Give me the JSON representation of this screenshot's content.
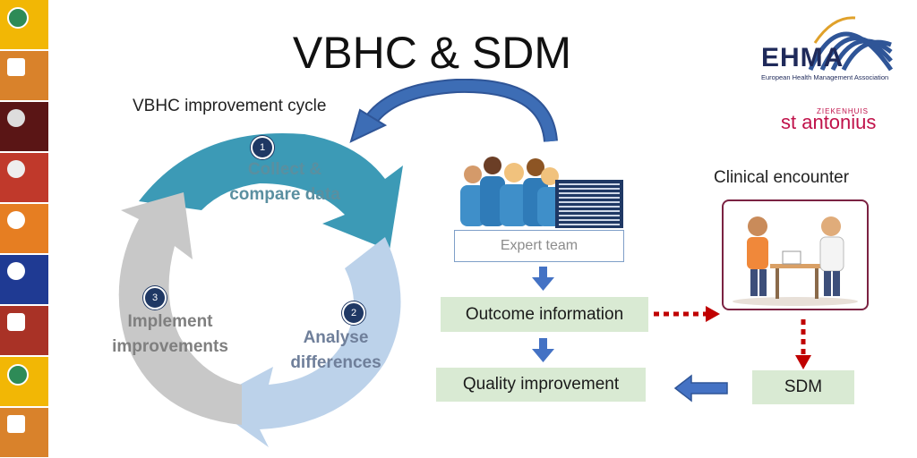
{
  "title": "VBHC & SDM",
  "subtitle": "VBHC improvement cycle",
  "cycle": {
    "step1": {
      "number": "1",
      "line1": "Collect &",
      "line2": "compare data"
    },
    "step2": {
      "number": "2",
      "line1": "Analyse",
      "line2": "differences"
    },
    "step3": {
      "number": "3",
      "line1": "Implement",
      "line2": "improvements"
    }
  },
  "flow": {
    "expert_team": "Expert team",
    "outcome_information": "Outcome information",
    "quality_improvement": "Quality improvement",
    "clinical_encounter": "Clinical encounter",
    "sdm": "SDM"
  },
  "logos": {
    "ehma_name": "EHMA",
    "ehma_full": "European Health Management Association",
    "hospital_small": "ZIEKENHUIS",
    "hospital_name": "st antonius"
  },
  "colors": {
    "teal": "#3c9ab6",
    "light_blue": "#bcd2ea",
    "gray": "#c8c8c8",
    "navy": "#1f3864",
    "arrow_blue": "#4472c4",
    "red": "#c00000",
    "green_box": "#d9ead3"
  },
  "sidebar_icons": [
    "globe-icon",
    "puzzle-icon",
    "coin-icon",
    "coin-icon",
    "tooth-icon",
    "network-icon",
    "phone-icon",
    "globe-icon",
    "puzzle-icon"
  ]
}
